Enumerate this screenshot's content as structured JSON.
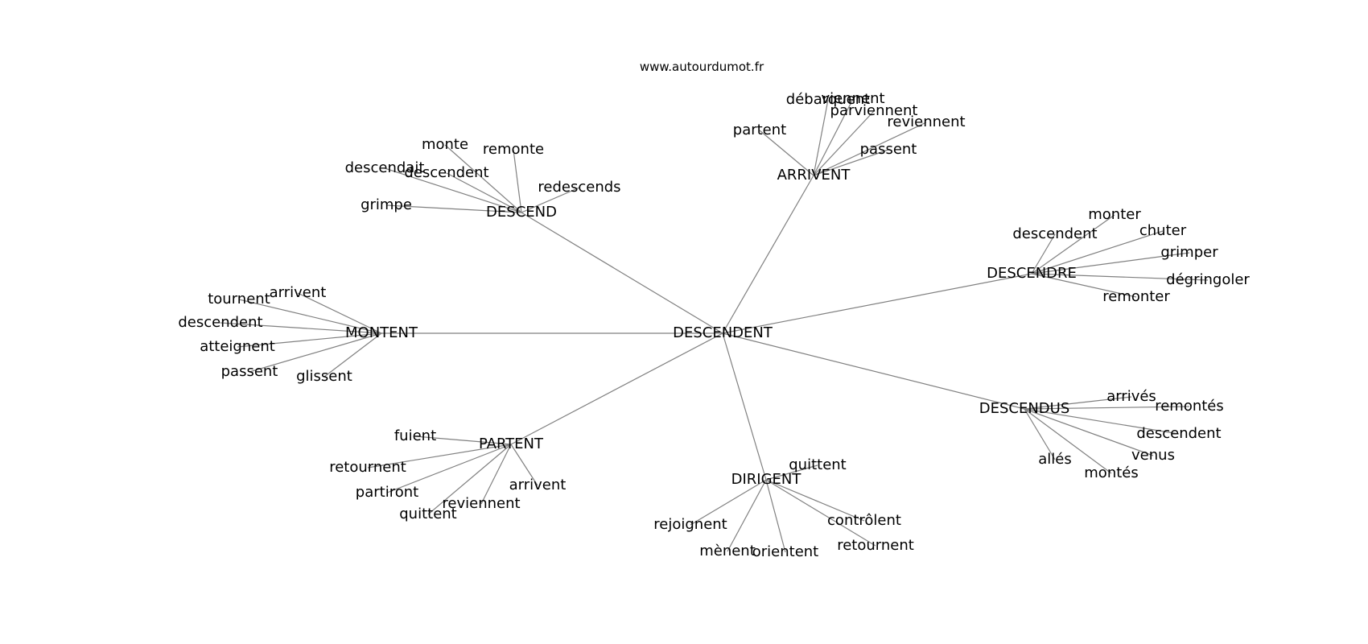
{
  "site_url": "www.autourdumot.fr",
  "center": {
    "id": "descendent",
    "label": "DESCENDENT"
  },
  "hubs": [
    {
      "id": "descend",
      "label": "DESCEND",
      "leaves": [
        "monte",
        "remonte",
        "descendait",
        "descendent",
        "redescends",
        "grimpe"
      ]
    },
    {
      "id": "arrivent",
      "label": "ARRIVENT",
      "leaves": [
        "débarquent",
        "viennent",
        "parviennent",
        "reviennent",
        "partent",
        "passent"
      ]
    },
    {
      "id": "descendre",
      "label": "DESCENDRE",
      "leaves": [
        "monter",
        "descendent",
        "chuter",
        "grimper",
        "dégringoler",
        "remonter"
      ]
    },
    {
      "id": "montent",
      "label": "MONTENT",
      "leaves": [
        "tournent",
        "arrivent",
        "descendent",
        "atteignent",
        "passent",
        "glissent"
      ]
    },
    {
      "id": "descendus",
      "label": "DESCENDUS",
      "leaves": [
        "arrivés",
        "remontés",
        "descendent",
        "venus",
        "allés",
        "montés"
      ]
    },
    {
      "id": "partent",
      "label": "PARTENT",
      "leaves": [
        "fuient",
        "retournent",
        "partiront",
        "arrivent",
        "reviennent",
        "quittent"
      ]
    },
    {
      "id": "dirigent",
      "label": "DIRIGENT",
      "leaves": [
        "quittent",
        "contrôlent",
        "rejoignent",
        "retournent",
        "mènent",
        "orientent"
      ]
    }
  ]
}
